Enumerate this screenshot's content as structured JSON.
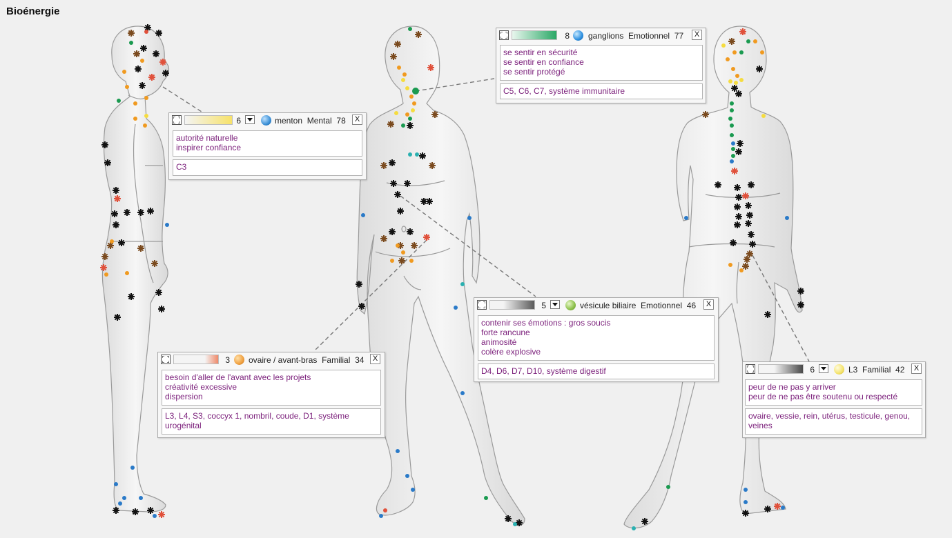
{
  "app": {
    "title": "Bioénergie"
  },
  "panels": [
    {
      "id": "menton",
      "count": "6",
      "label": "menton",
      "category": "Mental",
      "score": "78",
      "gradient_from": "#f4f4f4",
      "gradient_to": "#f7e26a",
      "ball_color": "#3a8fd6",
      "emotions": [
        "autorité naturelle",
        "inspirer confiance"
      ],
      "zones": "C3"
    },
    {
      "id": "ganglions",
      "count": "8",
      "label": "ganglions",
      "category": "Emotionnel",
      "score": "77",
      "gradient_from": "#e9f6ee",
      "gradient_to": "#2aa866",
      "ball_color": "#2c8fe0",
      "emotions": [
        "se sentir en sécurité",
        "se sentir en confiance",
        "se sentir protégé"
      ],
      "zones": "C5, C6, C7, système immunitaire"
    },
    {
      "id": "ovaire",
      "count": "3",
      "label": "ovaire / avant-bras",
      "category": "Familial",
      "score": "34",
      "gradient_from": "#f4f4f4",
      "gradient_to": "#ef8a6a",
      "ball_color": "#f0a040",
      "emotions": [
        "besoin d'aller de l'avant avec les projets",
        "créativité excessive",
        "dispersion"
      ],
      "zones": "L3, L4, S3, coccyx 1, nombril, coude, D1, système urogénital"
    },
    {
      "id": "vesicule",
      "count": "5",
      "label": "vésicule biliaire",
      "category": "Emotionnel",
      "score": "46",
      "gradient_from": "#f4f4f4",
      "gradient_to": "#5a5a5a",
      "ball_color": "#8cc04a",
      "emotions": [
        "contenir ses émotions : gros soucis",
        "forte rancune",
        "animosité",
        "colère explosive"
      ],
      "zones": "D4, D6, D7, D10, système digestif"
    },
    {
      "id": "l3",
      "count": "6",
      "label": "L3",
      "category": "Familial",
      "score": "42",
      "gradient_from": "#f4f4f4",
      "gradient_to": "#4a4a4a",
      "ball_color": "#f4e36a",
      "emotions": [
        "peur de ne pas y arriver",
        "peur de ne pas être soutenu ou respecté"
      ],
      "zones": "ovaire, vessie, rein, utérus, testicule,  genou, veines"
    }
  ],
  "colors": {
    "body_fill": "#ececec",
    "body_stroke": "#9a9a9a",
    "star_black": "#111111",
    "star_brown": "#7a4a1e",
    "star_red": "#e0503a",
    "dot_green": "#1a9a50",
    "dot_blue": "#2a7ac8",
    "dot_orange": "#f09a20",
    "dot_yellow": "#f5dc40",
    "dot_teal": "#2ab0b0",
    "leader_line": "#777777"
  }
}
